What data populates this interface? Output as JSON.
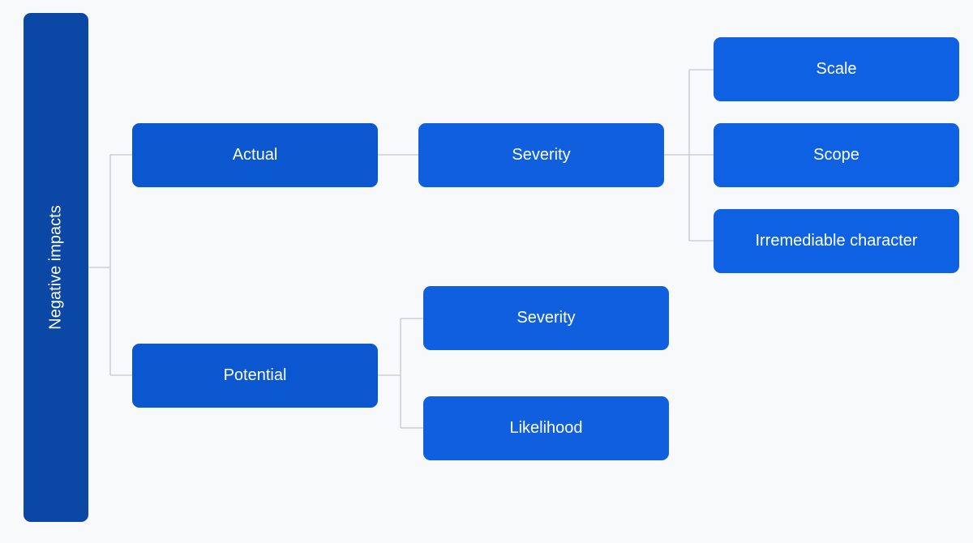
{
  "root": {
    "label": "Negative impacts"
  },
  "actual": {
    "label": "Actual",
    "severity": {
      "label": "Severity",
      "children": [
        "Scale",
        "Scope",
        "Irremediable character"
      ]
    }
  },
  "potential": {
    "label": "Potential",
    "children": [
      "Severity",
      "Likelihood"
    ]
  },
  "colors": {
    "background": "#f8f9fa",
    "root": "#0b47a4",
    "level1": "#0b57d0",
    "level2": "#0f5fdf",
    "level3": "#0d61e2",
    "connector": "#c4c7cc",
    "text": "#ffffff"
  }
}
